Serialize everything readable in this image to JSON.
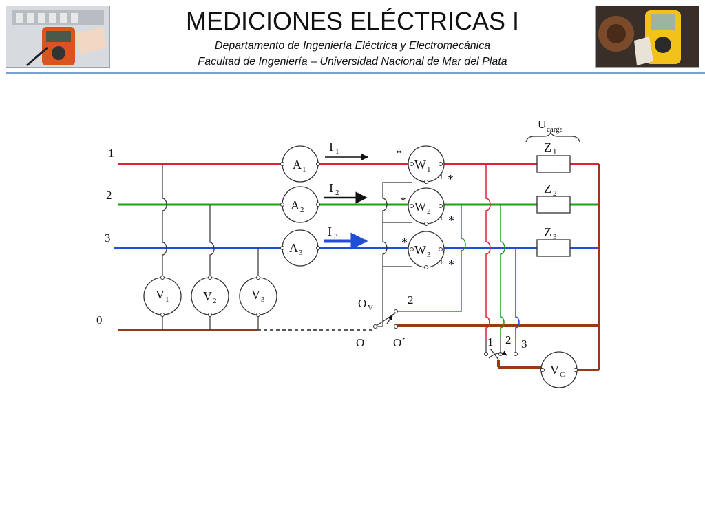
{
  "header": {
    "title": "MEDICIONES ELÉCTRICAS I",
    "subtitle1": "Departamento de Ingeniería Eléctrica y Electromecánica",
    "subtitle2": "Facultad de Ingeniería – Universidad Nacional de Mar del Plata"
  },
  "diagram": {
    "lines": {
      "l1": "1",
      "l2": "2",
      "l3": "3",
      "l0": "0"
    },
    "ammeters": {
      "a1": "A",
      "a1s": "1",
      "a2": "A",
      "a2s": "2",
      "a3": "A",
      "a3s": "3"
    },
    "currents": {
      "i1": "I",
      "i1s": "1",
      "i2": "I",
      "i2s": "2",
      "i3": "I",
      "i3s": "3"
    },
    "wattmeters": {
      "w1": "W",
      "w1s": "1",
      "w2": "W",
      "w2s": "2",
      "w3": "W",
      "w3s": "3"
    },
    "voltmeters": {
      "v1": "V",
      "v1s": "1",
      "v2": "V",
      "v2s": "2",
      "v3": "V",
      "v3s": "3",
      "vc": "V",
      "vcs": "C"
    },
    "loads": {
      "uc": "U",
      "ucs": "carga",
      "z1": "Z",
      "z1s": "1",
      "z2": "Z",
      "z2s": "2",
      "z3": "Z",
      "z3s": "3"
    },
    "star": "*",
    "switch_o": {
      "ov": "O",
      "ovs": "V",
      "pos2": "2",
      "o": "O",
      "oprime": "O´"
    },
    "switch_c": {
      "p1": "1",
      "p2": "2",
      "p3": "3"
    },
    "colors": {
      "phase1": "#e0203a",
      "phase2": "#1aa01a",
      "phase3": "#1f4fd8",
      "neutral": "#9b3a10",
      "rule": "#7aa0cf"
    }
  }
}
